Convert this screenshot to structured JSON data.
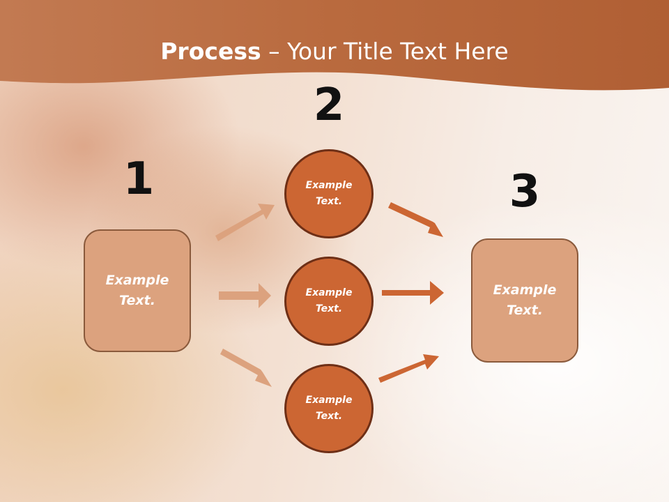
{
  "title": {
    "bold": "Process",
    "rest": " – Your Title Text Here"
  },
  "steps": {
    "one": "1",
    "two": "2",
    "three": "3"
  },
  "left_box": {
    "line1": "Example",
    "line2": "Text."
  },
  "circles": [
    {
      "line1": "Example",
      "line2": "Text."
    },
    {
      "line1": "Example",
      "line2": "Text."
    },
    {
      "line1": "Example",
      "line2": "Text."
    }
  ],
  "right_box": {
    "line1": "Example",
    "line2": "Text."
  },
  "colors": {
    "banner": "#c67646",
    "circle_fill": "#cc6633",
    "box_fill": "#dca27e",
    "arrow_light": "#dca27e",
    "arrow_dark": "#cc6633"
  }
}
